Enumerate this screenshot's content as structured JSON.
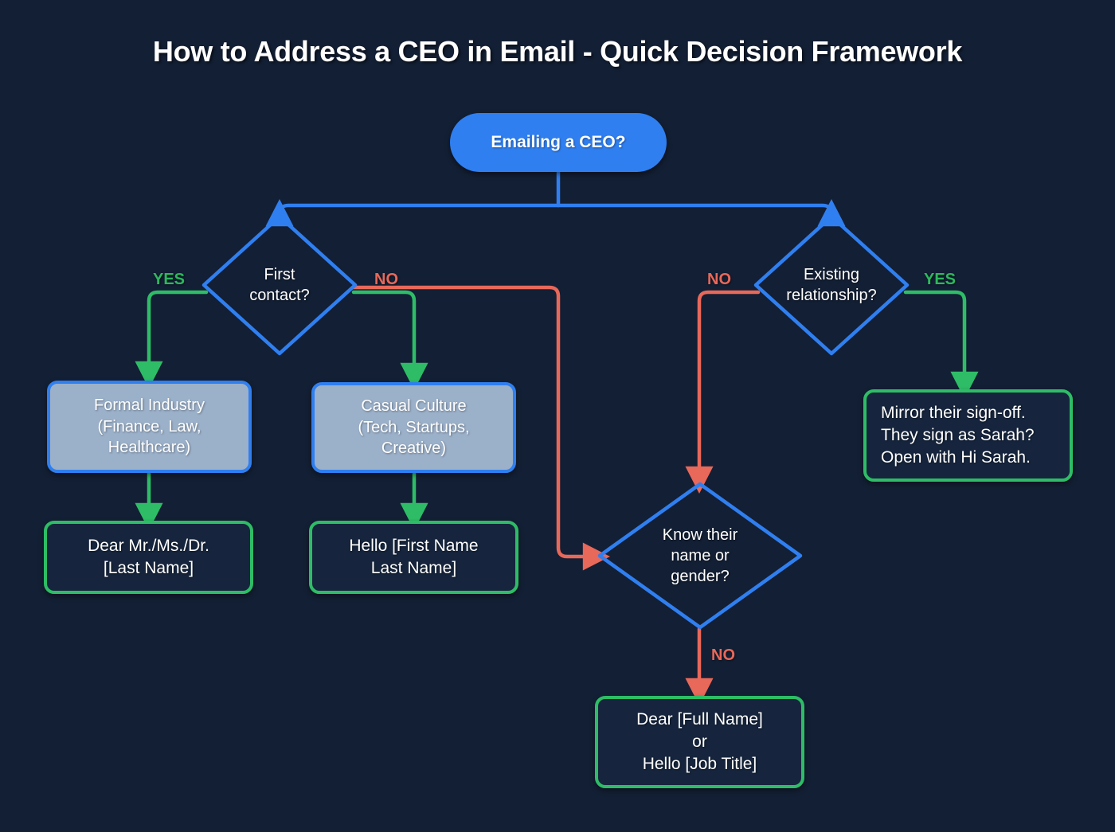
{
  "page": {
    "title": "How to Address a CEO in Email - Quick Decision Framework",
    "background_color": "#131f34"
  },
  "colors": {
    "blue": "#2f7ff0",
    "green": "#2ebd66",
    "green_label": "#2eb85c",
    "red": "#e8685a",
    "process_fill": "#9bb0c9",
    "result_fill": "#16253d",
    "text": "#ffffff"
  },
  "nodes": {
    "start": {
      "label": "Emailing a CEO?",
      "shape": "pill",
      "color": "#2f7ff0"
    },
    "first_contact": {
      "label": "First\ncontact?",
      "shape": "diamond",
      "color": "#2f7ff0"
    },
    "existing_relationship": {
      "label": "Existing\nrelationship?",
      "shape": "diamond",
      "color": "#2f7ff0"
    },
    "know_name": {
      "label": "Know their\nname or\ngender?",
      "shape": "diamond",
      "color": "#2f7ff0"
    },
    "formal_industry": {
      "label": "Formal Industry\n(Finance, Law,\nHealthcare)",
      "shape": "box",
      "color": "#9bb0c9"
    },
    "casual_culture": {
      "label": "Casual Culture\n(Tech, Startups,\nCreative)",
      "shape": "box",
      "color": "#9bb0c9"
    },
    "formal_result": {
      "label": "Dear Mr./Ms./Dr.\n[Last Name]",
      "shape": "box",
      "color": "#2ebd66"
    },
    "casual_result": {
      "label": "Hello [First Name\nLast Name]",
      "shape": "box",
      "color": "#2ebd66"
    },
    "mirror_result": {
      "label": "Mirror their sign-off.\nThey sign as Sarah?\nOpen with Hi Sarah.",
      "shape": "box",
      "color": "#2ebd66"
    },
    "unknown_result": {
      "label": "Dear [Full Name]\nor\nHello [Job Title]",
      "shape": "box",
      "color": "#2ebd66"
    }
  },
  "edge_labels": {
    "first_contact_yes": "YES",
    "first_contact_no": "NO",
    "existing_no": "NO",
    "existing_yes": "YES",
    "know_name_no": "NO"
  }
}
